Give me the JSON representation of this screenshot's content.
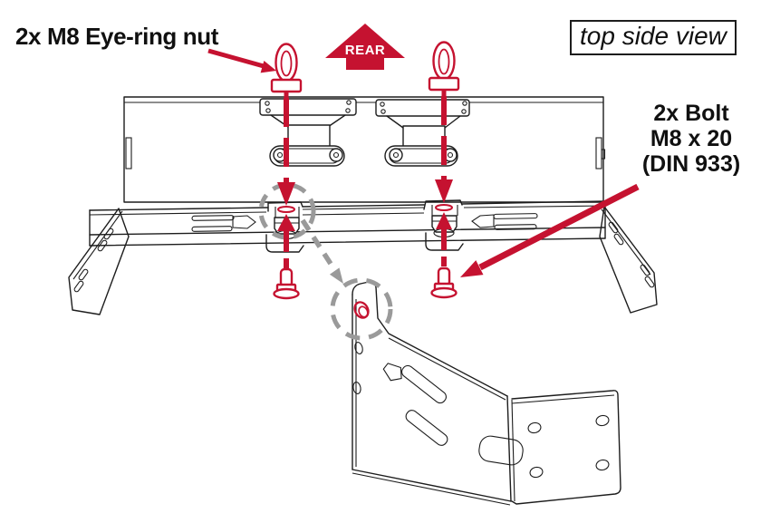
{
  "labels": {
    "eyering_nut": "2x M8 Eye-ring nut",
    "rear": "REAR",
    "view": "top side view",
    "bolt1": "2x Bolt",
    "bolt2": "M8 x 20",
    "bolt3": "(DIN 933)"
  },
  "colors": {
    "accent_red": "#c51230",
    "line_black": "#1d1d1d",
    "detail_gray": "#9a9a9a",
    "background": "#ffffff",
    "rear_arrow_text": "#ffffff"
  }
}
